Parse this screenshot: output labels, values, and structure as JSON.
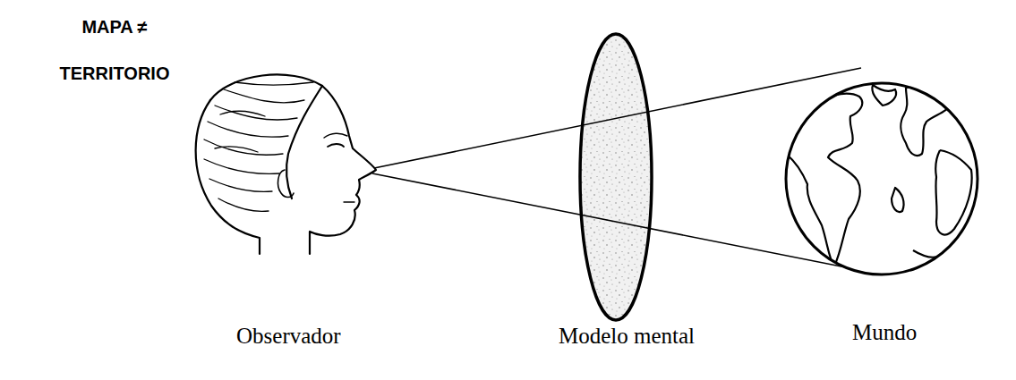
{
  "diagram": {
    "title": "MAPA ≠ TERRITORIO",
    "labels": [
      "Observador",
      "Modelo mental",
      "Mundo"
    ]
  }
}
